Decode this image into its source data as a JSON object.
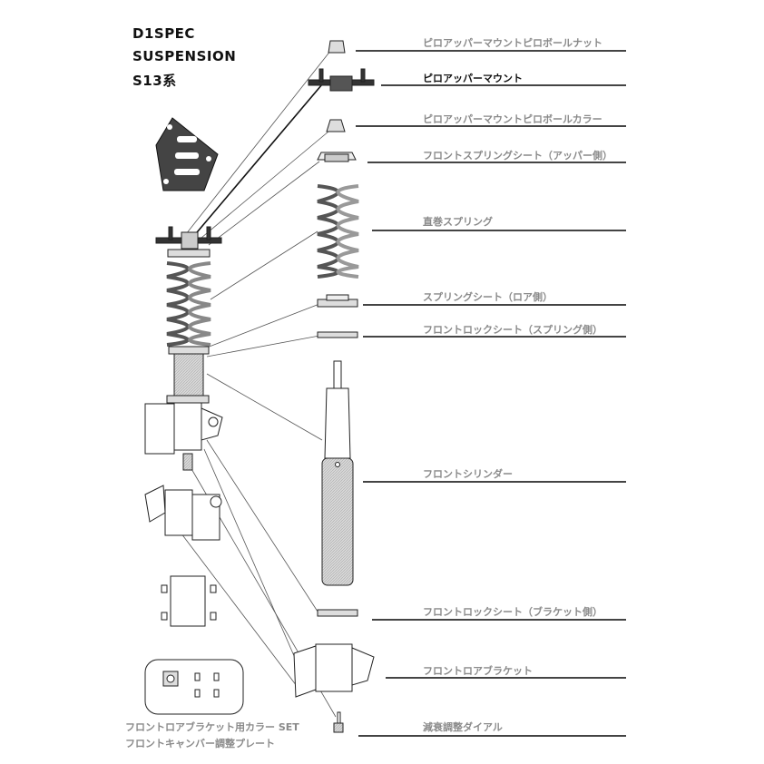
{
  "title": {
    "line1": "D1SPEC",
    "line2": "SUSPENSION",
    "line3": "S13系"
  },
  "parts": [
    {
      "label": "ピロアッパーマウントピロボールナット",
      "highlight": false
    },
    {
      "label": "ピロアッパーマウント",
      "highlight": true
    },
    {
      "label": "ピロアッパーマウントピロボールカラー",
      "highlight": false
    },
    {
      "label": "フロントスプリングシート（アッパー側）",
      "highlight": false
    },
    {
      "label": "直巻スプリング",
      "highlight": false
    },
    {
      "label": "スプリングシート（ロア側）",
      "highlight": false
    },
    {
      "label": "フロントロックシート（スプリング側）",
      "highlight": false
    },
    {
      "label": "フロントシリンダー",
      "highlight": false
    },
    {
      "label": "フロントロックシート（ブラケット側）",
      "highlight": false
    },
    {
      "label": "フロントロアブラケット",
      "highlight": false
    },
    {
      "label": "減衰調整ダイアル",
      "highlight": false
    }
  ],
  "accessories": {
    "line1": "フロントロアブラケット用カラー SET",
    "line2": "フロントキャンバー調整プレート"
  }
}
